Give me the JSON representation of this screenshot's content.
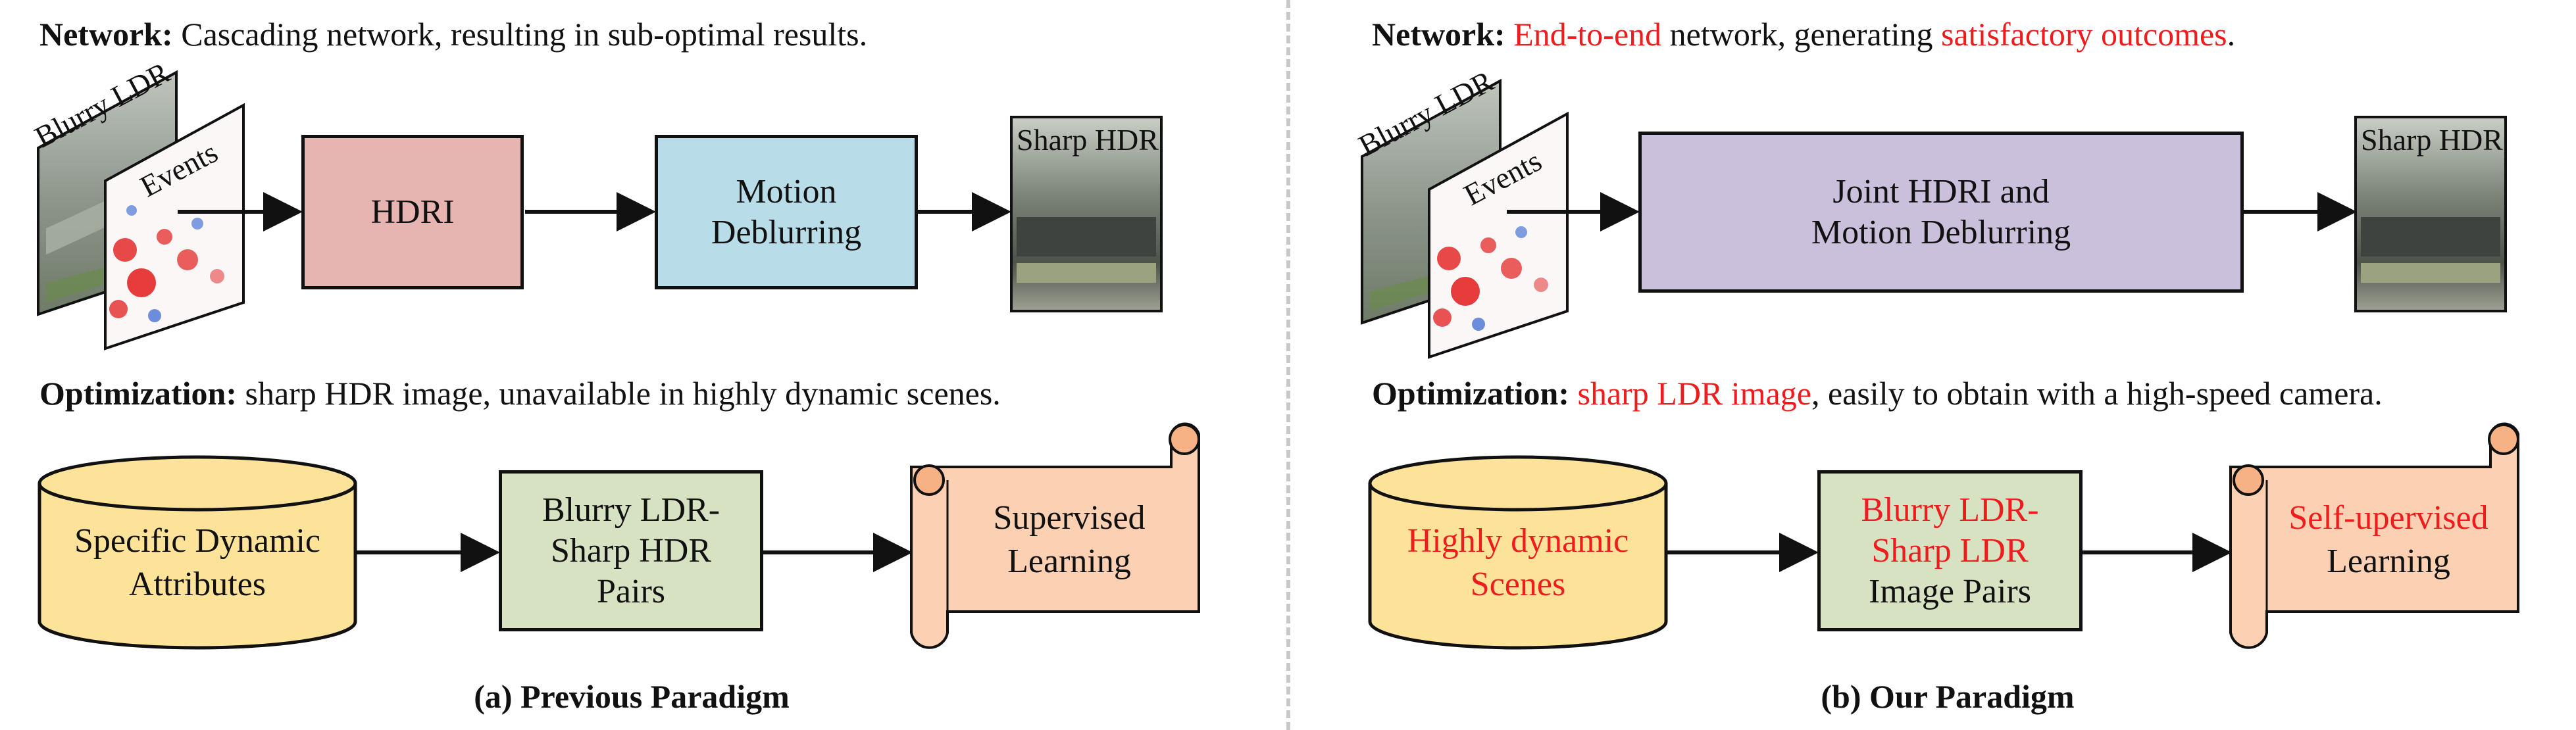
{
  "left": {
    "network_heading": {
      "label": "Network:",
      "text": "Cascading network, resulting in sub-optimal results."
    },
    "optimization_heading": {
      "label": "Optimization:",
      "text": "sharp HDR image, unavailable in  highly dynamic scenes."
    },
    "inputs": {
      "blurry_ldr": "Blurry LDR",
      "events": "Events"
    },
    "stage1": "HDRI",
    "stage2": {
      "line1": "Motion",
      "line2": "Deblurring"
    },
    "output": "Sharp HDR",
    "database": {
      "line1": "Specific Dynamic",
      "line2": "Attributes"
    },
    "pairs": {
      "line1": "Blurry LDR-",
      "line2": "Sharp HDR",
      "line3": "Pairs"
    },
    "learning": {
      "line1": "Supervised",
      "line2": "Learning"
    },
    "caption": "(a) Previous Paradigm"
  },
  "right": {
    "network_heading": {
      "label": "Network:",
      "red1": "End-to-end",
      "mid": " network, generating ",
      "red2": "satisfactory outcomes",
      "end": "."
    },
    "optimization_heading": {
      "label": "Optimization:",
      "red": "sharp LDR image",
      "text": ", easily to obtain with a high-speed camera."
    },
    "inputs": {
      "blurry_ldr": "Blurry LDR",
      "events": "Events"
    },
    "joint": {
      "line1": "Joint HDRI and",
      "line2": "Motion Deblurring"
    },
    "output": "Sharp HDR",
    "database": {
      "line1": "Highly dynamic",
      "line2": "Scenes"
    },
    "pairs": {
      "line1": "Blurry LDR-",
      "line2": "Sharp LDR",
      "line3": "Image Pairs"
    },
    "learning": {
      "line1": "Self-upervised",
      "line2": "Learning"
    },
    "caption": "(b) Our Paradigm"
  },
  "colors": {
    "hdri": "#e6b5b2",
    "deblur": "#b8dde8",
    "joint": "#cbc0db",
    "pairs": "#d6e2c2",
    "database": "#fde39a",
    "scroll": "#fbd0b3",
    "scroll_curl": "#f6b285",
    "highlight": "#ee1c1c"
  }
}
